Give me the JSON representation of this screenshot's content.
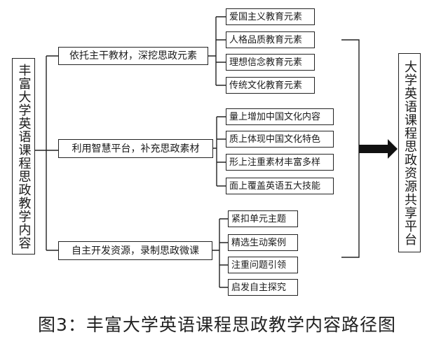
{
  "source": {
    "label": "丰富大学英语课程思政教学内容"
  },
  "target": {
    "label": "大学英语课程思政资源共享平台"
  },
  "branches": [
    {
      "label": "依托主干教材，深挖思政元素",
      "leaves": [
        "爱国主义教育元素",
        "人格品质教育元素",
        "理想信念教育元素",
        "传统文化教育元素"
      ]
    },
    {
      "label": "利用智慧平台，补充思政素材",
      "leaves": [
        "量上增加中国文化内容",
        "质上体现中国文化特色",
        "形上注重素材丰富多样",
        "面上覆盖英语五大技能"
      ]
    },
    {
      "label": "自主开发资源，录制思政微课",
      "leaves": [
        "紧扣单元主题",
        "精选生动案例",
        "注重问题引领",
        "启发自主探究"
      ]
    }
  ],
  "caption": "图3：丰富大学英语课程思政教学内容路径图"
}
